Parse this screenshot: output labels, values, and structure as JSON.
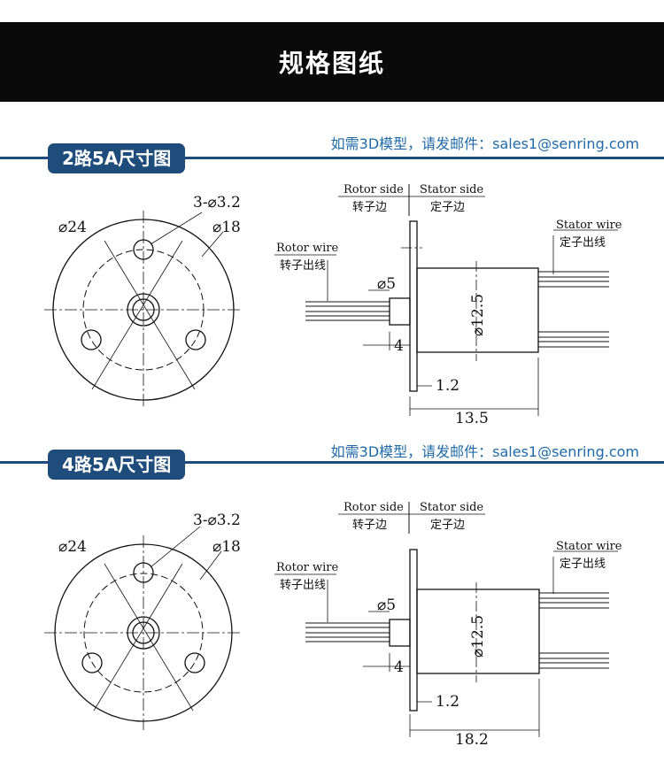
{
  "header": {
    "title": "规格图纸"
  },
  "sections": [
    {
      "badge": "2路5A尺寸图",
      "contact": "如需3D模型，请发邮件：sales1@senring.com",
      "front": {
        "outer_dia": "⌀24",
        "hole_circle": "⌀18",
        "mount_holes": "3-⌀3.2"
      },
      "side": {
        "rotor_side": "Rotor side",
        "rotor_side_cn": "转子边",
        "stator_side": "Stator side",
        "stator_side_cn": "定子边",
        "rotor_wire": "Rotor wire",
        "rotor_wire_cn": "转子出线",
        "stator_wire": "Stator wire",
        "stator_wire_cn": "定子出线",
        "shaft_dia": "⌀5",
        "body_dia": "⌀12.5",
        "shaft_len": "4",
        "flange_thk": "1.2",
        "body_len": "13.5"
      }
    },
    {
      "badge": "4路5A尺寸图",
      "contact": "如需3D模型，请发邮件：sales1@senring.com",
      "front": {
        "outer_dia": "⌀24",
        "hole_circle": "⌀18",
        "mount_holes": "3-⌀3.2"
      },
      "side": {
        "rotor_side": "Rotor side",
        "rotor_side_cn": "转子边",
        "stator_side": "Stator side",
        "stator_side_cn": "定子边",
        "rotor_wire": "Rotor wire",
        "rotor_wire_cn": "转子出线",
        "stator_wire": "Stator wire",
        "stator_wire_cn": "定子出线",
        "shaft_dia": "⌀5",
        "body_dia": "⌀12.5",
        "shaft_len": "4",
        "flange_thk": "1.2",
        "body_len": "18.2"
      }
    }
  ],
  "colors": {
    "accent": "#1e4d7b",
    "contact_text": "#1f6aa7",
    "header_bg": "#0a0a0a"
  }
}
